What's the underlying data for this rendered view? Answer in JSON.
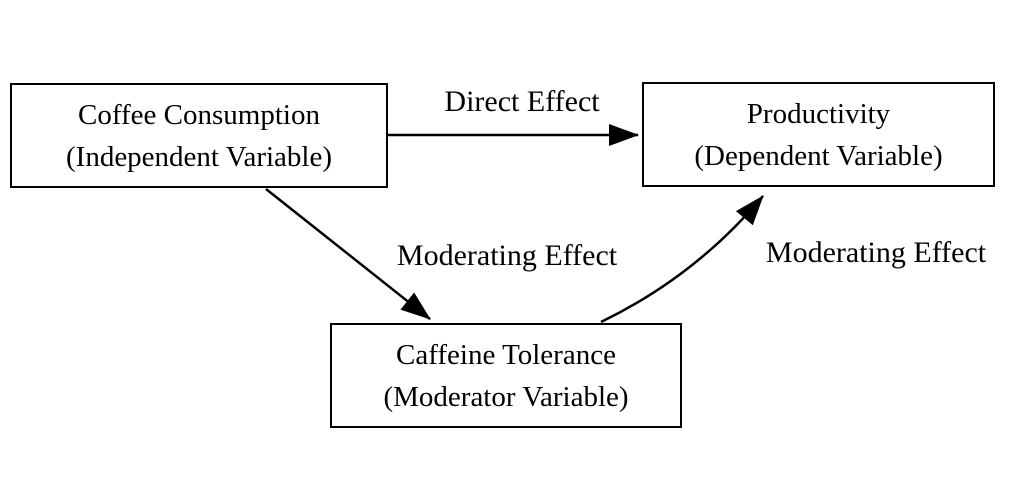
{
  "diagram": {
    "background_color": "#ffffff",
    "line_color": "#000000",
    "nodes": [
      {
        "id": "coffee-consumption",
        "title": "Coffee Consumption",
        "subtitle": "(Independent Variable)"
      },
      {
        "id": "productivity",
        "title": "Productivity",
        "subtitle": "(Dependent Variable)"
      },
      {
        "id": "caffeine-tolerance",
        "title": "Caffeine Tolerance",
        "subtitle": "(Moderator Variable)"
      }
    ],
    "edges": [
      {
        "label": "Direct Effect",
        "from": "coffee-consumption",
        "to": "productivity",
        "style": "straight-horizontal"
      },
      {
        "label": "Moderating Effect",
        "from": "coffee-consumption",
        "to": "caffeine-tolerance",
        "style": "straight-diagonal"
      },
      {
        "label": "Moderating Effect",
        "from": "caffeine-tolerance",
        "to": "productivity",
        "style": "curved"
      }
    ]
  }
}
